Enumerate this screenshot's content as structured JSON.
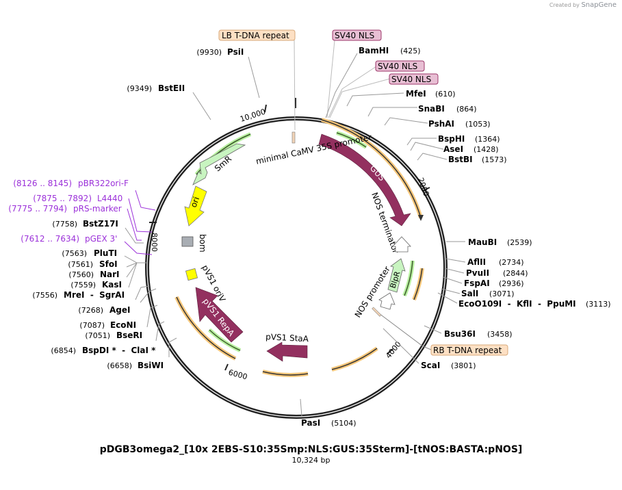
{
  "credit": {
    "prefix": "Created by",
    "brand": "SnapGene"
  },
  "map": {
    "title": "pDGB3omega2_[10x 2EBS-S10:35Smp:NLS:GUS:35Sterm]-[tNOS:BASTA:pNOS]",
    "length": "10,324 bp",
    "ticks": [
      "10,000",
      "2000",
      "4000",
      "6000",
      "8000"
    ]
  },
  "feature_boxes": [
    {
      "label": "LB T-DNA repeat",
      "color": "#fde0c4"
    },
    {
      "label": "SV40 NLS",
      "color": "#e8bfd4"
    },
    {
      "label": "SV40 NLS",
      "color": "#e8bfd4"
    },
    {
      "label": "SV40 NLS",
      "color": "#e8bfd4"
    },
    {
      "label": "RB T-DNA repeat",
      "color": "#fde0c4"
    }
  ],
  "enzymes_right": [
    {
      "name": "BamHI",
      "pos": "(425)"
    },
    {
      "name": "MfeI",
      "pos": "(610)"
    },
    {
      "name": "SnaBI",
      "pos": "(864)"
    },
    {
      "name": "PshAI",
      "pos": "(1053)"
    },
    {
      "name": "BspHI",
      "pos": "(1364)"
    },
    {
      "name": "AseI",
      "pos": "(1428)"
    },
    {
      "name": "BstBI",
      "pos": "(1573)"
    },
    {
      "name": "MauBI",
      "pos": "(2539)"
    },
    {
      "name": "AflII",
      "pos": "(2734)"
    },
    {
      "name": "PvuII",
      "pos": "(2844)"
    },
    {
      "name": "FspAI",
      "pos": "(2936)"
    },
    {
      "name": "SalI",
      "pos": "(3071)"
    },
    {
      "name": "EcoO109I  -  KflI  -  PpuMI",
      "pos": "(3113)"
    },
    {
      "name": "Bsu36I",
      "pos": "(3458)"
    },
    {
      "name": "ScaI",
      "pos": "(3801)"
    },
    {
      "name": "PasI",
      "pos": "(5104)"
    }
  ],
  "enzymes_left": [
    {
      "name": "PsiI",
      "pos": "(9930)"
    },
    {
      "name": "BstEII",
      "pos": "(9349)"
    },
    {
      "name": "BstZ17I",
      "pos": "(7758)"
    },
    {
      "name": "PluTI",
      "pos": "(7563)"
    },
    {
      "name": "SfoI",
      "pos": "(7561)"
    },
    {
      "name": "NarI",
      "pos": "(7560)"
    },
    {
      "name": "KasI",
      "pos": "(7559)"
    },
    {
      "name": "MreI  -  SgrAI",
      "pos": "(7556)"
    },
    {
      "name": "AgeI",
      "pos": "(7268)"
    },
    {
      "name": "EcoNI",
      "pos": "(7087)"
    },
    {
      "name": "BseRI",
      "pos": "(7051)"
    },
    {
      "name": "BspDI *  -  ClaI *",
      "pos": "(6854)"
    },
    {
      "name": "BsiWI",
      "pos": "(6658)"
    }
  ],
  "primers": [
    {
      "range": "(8126 .. 8145)",
      "name": "pBR322ori-F"
    },
    {
      "range": "(7875 .. 7892)",
      "name": "L4440"
    },
    {
      "range": "(7775 .. 7794)",
      "name": "pRS-marker"
    },
    {
      "range": "(7612 .. 7634)",
      "name": "pGEX 3'"
    }
  ],
  "features": {
    "minimal_camv": "minimal CaMV 35S promoter",
    "gus": "GUS",
    "nos_terminator": "NOS terminator",
    "nos_promoter": "NOS promoter",
    "blpr": "BlpR",
    "smr": "SmR",
    "ori": "ori",
    "bom": "bom",
    "pvs1_oriv": "pVS1 oriV",
    "pvs1_repa": "pVS1 RepA",
    "pvs1_staa": "pVS1 StaA"
  },
  "colors": {
    "backbone": "#222222",
    "gus": "#93305f",
    "orf": "#f7c77a",
    "marker": "#b8f0a0",
    "ori": "#ffff00",
    "bom": "#a9aeb4",
    "primer": "#9b30d9"
  }
}
